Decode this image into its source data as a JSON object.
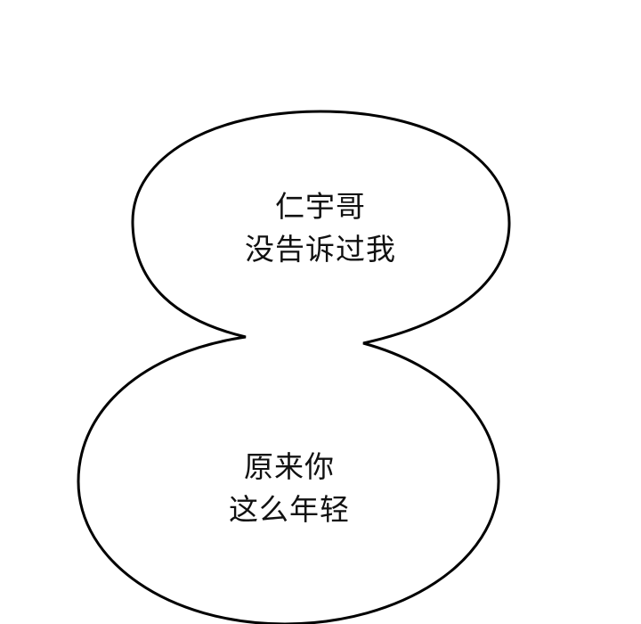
{
  "panel": {
    "background": "#ffffff",
    "stroke_color": "#000000"
  },
  "bubbles": [
    {
      "id": "top",
      "lines": [
        "仁宇哥",
        "没告诉过我"
      ]
    },
    {
      "id": "bottom",
      "lines": [
        "原来你",
        "这么年轻"
      ]
    }
  ]
}
